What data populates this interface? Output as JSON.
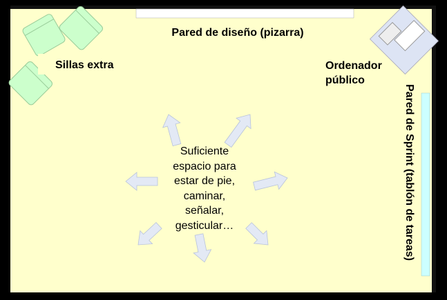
{
  "labels": {
    "design_wall": "Pared de diseño (pizarra)",
    "extra_chairs": "Sillas extra",
    "public_computer": [
      "Ordenador",
      "público"
    ],
    "sprint_wall": "Pared de Sprint (tablón de tareas)",
    "center_text": [
      "Suficiente",
      "espacio para",
      "estar de pie,",
      "caminar,",
      "señalar,",
      "gesticular…"
    ]
  },
  "colors": {
    "floor": "#ffffcc",
    "chair": "#ccffcc",
    "arrow": "#e3e9f5",
    "sprint_board": "#ccffff",
    "walls": "#000000"
  }
}
